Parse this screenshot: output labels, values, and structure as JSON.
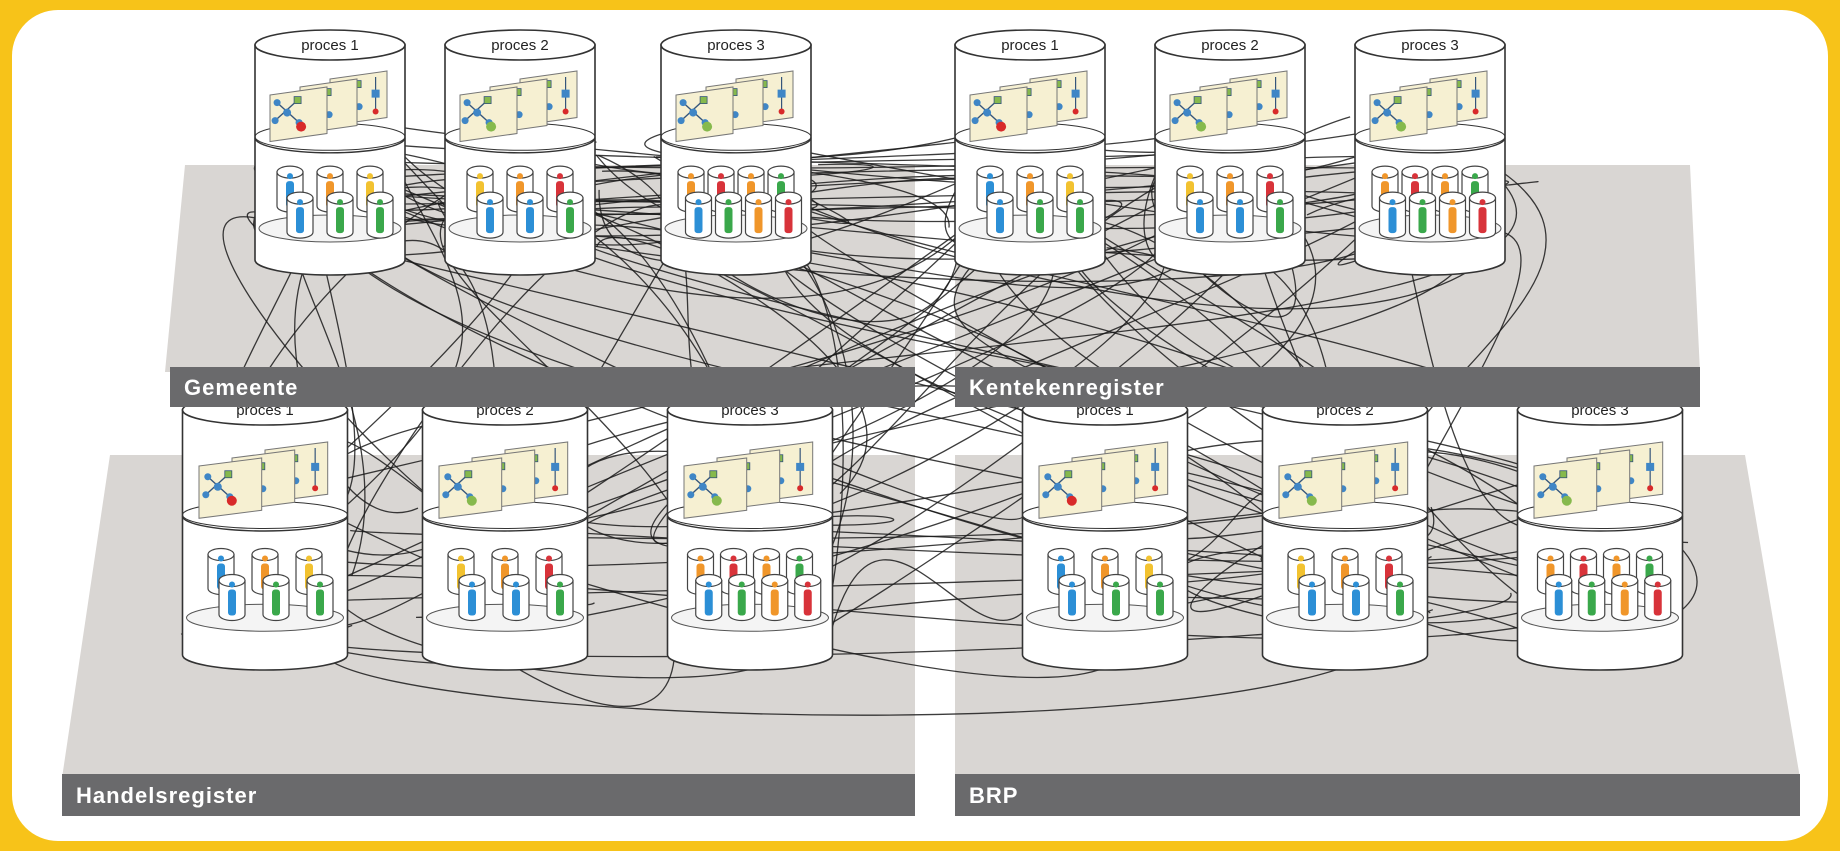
{
  "regions": [
    {
      "id": "gemeente",
      "label": "Gemeente"
    },
    {
      "id": "kentekenregister",
      "label": "Kentekenregister"
    },
    {
      "id": "handelsregister",
      "label": "Handelsregister"
    },
    {
      "id": "brp",
      "label": "BRP"
    }
  ],
  "process_labels": [
    "proces 1",
    "proces 2",
    "proces 3"
  ],
  "colors": {
    "background": "#f7c319",
    "platform": "#d9d6d3",
    "label_bar": "#6a6a6c",
    "db_blue": "#2c8fd6",
    "db_orange": "#f0962a",
    "db_yellow": "#f2c230",
    "db_green": "#3aa84b",
    "db_red": "#d8333a",
    "node_blue": "#3f86c6",
    "node_green": "#86b94d",
    "node_red": "#d82a2a",
    "doc_paper": "#f6f0d2",
    "wire": "#1a1a1a"
  },
  "db_patterns": [
    [
      "db_blue",
      "db_orange",
      "db_yellow",
      "db_blue",
      "db_green",
      "db_green"
    ],
    [
      "db_yellow",
      "db_orange",
      "db_red",
      "db_blue",
      "db_blue",
      "db_green"
    ],
    [
      "db_orange",
      "db_red",
      "db_orange",
      "db_green",
      "db_blue",
      "db_green",
      "db_orange",
      "db_red"
    ]
  ],
  "hub_colors": [
    "node_red",
    "node_green",
    "node_green"
  ]
}
